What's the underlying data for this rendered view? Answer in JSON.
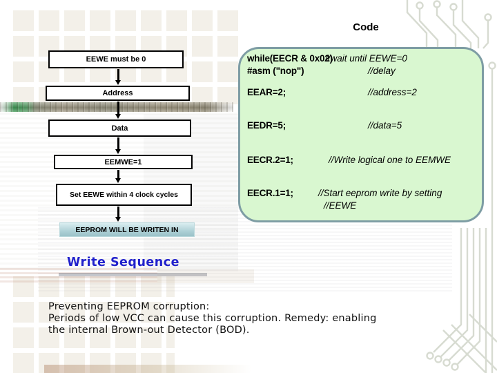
{
  "slide": {
    "code_label": "Code",
    "flowchart": {
      "steps": [
        "EEWE must be 0",
        "Address",
        "Data",
        "EEMWE=1",
        "Set EEWE within 4 clock cycles"
      ],
      "result": "EEPROM WILL BE WRITEN IN"
    },
    "code_box": {
      "lines": [
        {
          "code": "while(EECR & 0x02)",
          "comment": "//wait until EEWE=0"
        },
        {
          "code": "#asm (\"nop\")",
          "comment": "//delay"
        },
        {
          "code": "EEAR=2;",
          "comment": "//address=2"
        },
        {
          "code": "EEDR=5;",
          "comment": "//data=5"
        },
        {
          "code": "EECR.2=1;",
          "comment": "//Write logical one to EEMWE"
        },
        {
          "code": "EECR.1=1;",
          "comment": "//Start eeprom write by setting",
          "comment2": "//EEWE"
        }
      ]
    },
    "caption": "Write Sequence",
    "note_lines": [
      "Preventing EEPROM corruption:",
      "Periods of low VCC can cause this corruption. Remedy: enabling",
      "the internal Brown-out Detector (BOD)."
    ],
    "colors": {
      "code_box_fill": "#d9f7d0",
      "code_box_border": "#7e9da4",
      "result_box_fill": "#aacdd3",
      "caption_blue": "#2121cc",
      "band_green": "#3e9a55"
    }
  }
}
